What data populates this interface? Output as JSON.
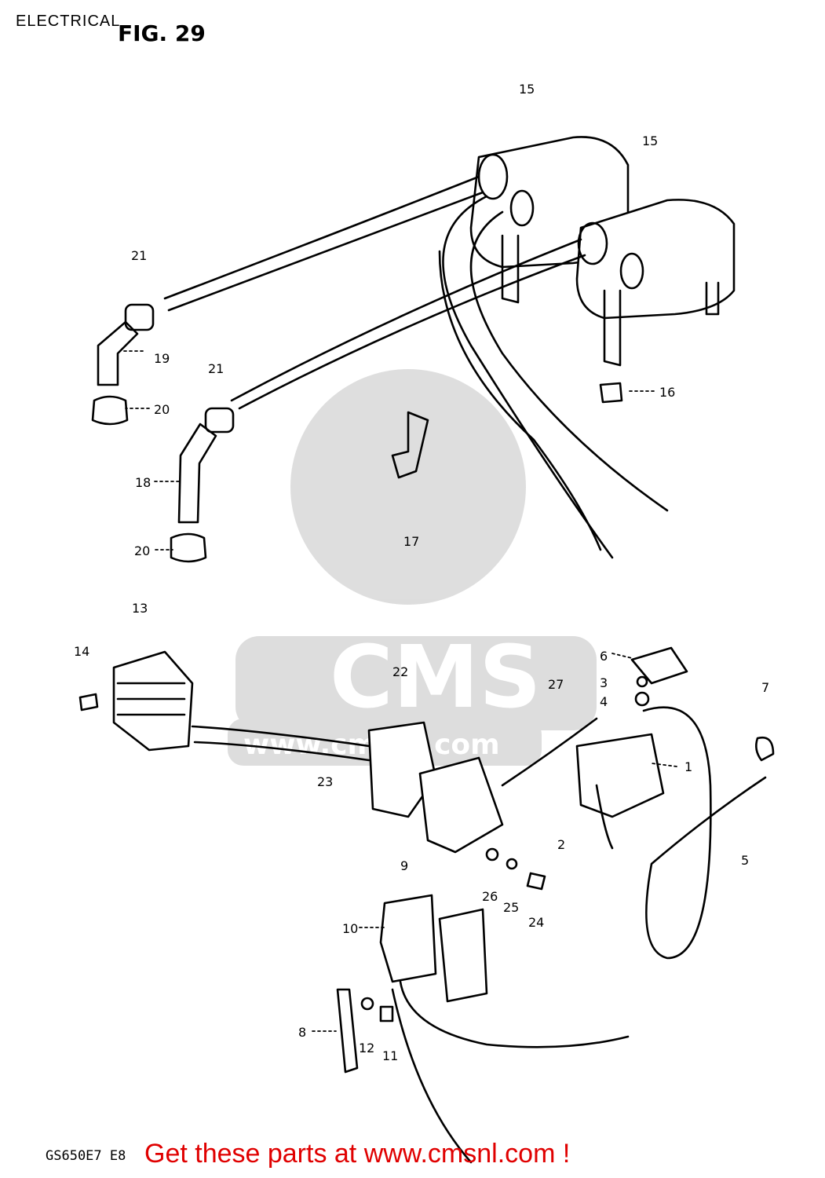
{
  "header": {
    "section": "ELECTRICAL",
    "figure": "FIG. 29"
  },
  "watermark": {
    "logo_text": "CMS",
    "url_text": "www.cmsnl.com"
  },
  "callouts": [
    {
      "label": "15"
    },
    {
      "label": "15"
    },
    {
      "label": "21"
    },
    {
      "label": "19"
    },
    {
      "label": "20"
    },
    {
      "label": "21"
    },
    {
      "label": "18"
    },
    {
      "label": "20"
    },
    {
      "label": "16"
    },
    {
      "label": "17"
    },
    {
      "label": "13"
    },
    {
      "label": "14"
    },
    {
      "label": "22"
    },
    {
      "label": "23"
    },
    {
      "label": "27"
    },
    {
      "label": "6"
    },
    {
      "label": "3"
    },
    {
      "label": "4"
    },
    {
      "label": "7"
    },
    {
      "label": "1"
    },
    {
      "label": "2"
    },
    {
      "label": "5"
    },
    {
      "label": "9"
    },
    {
      "label": "26"
    },
    {
      "label": "25"
    },
    {
      "label": "24"
    },
    {
      "label": "10"
    },
    {
      "label": "8"
    },
    {
      "label": "12"
    },
    {
      "label": "11"
    }
  ],
  "footer": {
    "code": "GS650E7 E8",
    "cta": "Get these parts at www.cmsnl.com !"
  }
}
